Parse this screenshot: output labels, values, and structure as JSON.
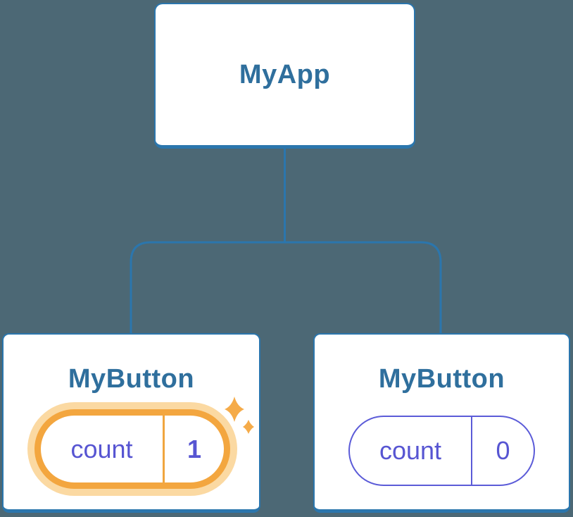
{
  "diagram": {
    "type": "react-component-tree",
    "description": "Component tree with MyApp root and two MyButton children; left button state highlighted after update"
  },
  "colors": {
    "background": "#4C6875",
    "card_background": "#FFFFFF",
    "card_border": "#2B76AD",
    "connector_line": "#2B76AD",
    "node_label_text": "#2F6F9D",
    "state_text": "#5755D2",
    "state_pill_border": "#5B5BD8",
    "highlight_border": "#F3A63F",
    "highlight_glow": "#FBD9A2",
    "sparkle": "#F5AB49"
  },
  "nodes": {
    "root": {
      "label": "MyApp"
    },
    "left": {
      "label": "MyButton",
      "state_name": "count",
      "state_value": "1",
      "highlighted": true
    },
    "right": {
      "label": "MyButton",
      "state_name": "count",
      "state_value": "0",
      "highlighted": false
    }
  },
  "icons": {
    "sparkle_large": "four-point-sparkle-icon",
    "sparkle_small": "four-point-sparkle-icon"
  }
}
